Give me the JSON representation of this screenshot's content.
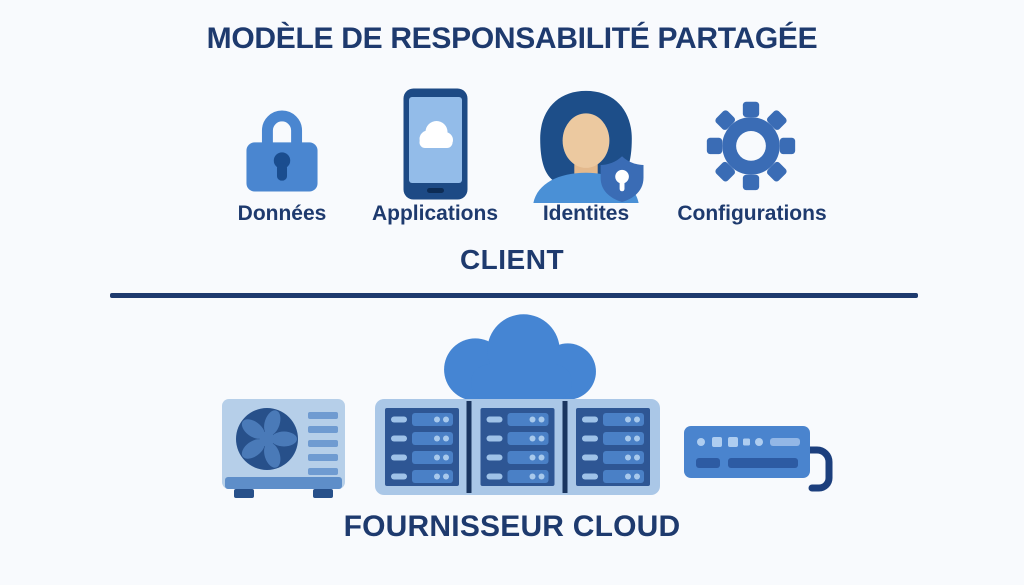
{
  "title": "MODÈLE DE RESPONSABILITÉ PARTAGÉE",
  "client": {
    "heading": "CLIENT",
    "items": [
      {
        "label": "Données",
        "icon": "lock-icon"
      },
      {
        "label": "Applications",
        "icon": "smartphone-cloud-icon"
      },
      {
        "label": "Identites",
        "icon": "person-shield-icon"
      },
      {
        "label": "Configurations",
        "icon": "gear-icon"
      }
    ]
  },
  "provider": {
    "heading": "FOURNISSEUR CLOUD",
    "icons": [
      "cloud-icon",
      "cooling-unit-icon",
      "server-racks-icon",
      "network-device-icon"
    ]
  },
  "colors": {
    "background": "#f8fafd",
    "text_navy": "#1e3a6e",
    "divider_navy": "#1e3a6e",
    "primary_blue": "#4a86d0",
    "dark_navy_blue": "#1d4a85",
    "medium_blue": "#3a6cb5",
    "light_blue": "#aac7e7",
    "skin_tone": "#ecc9a0"
  }
}
